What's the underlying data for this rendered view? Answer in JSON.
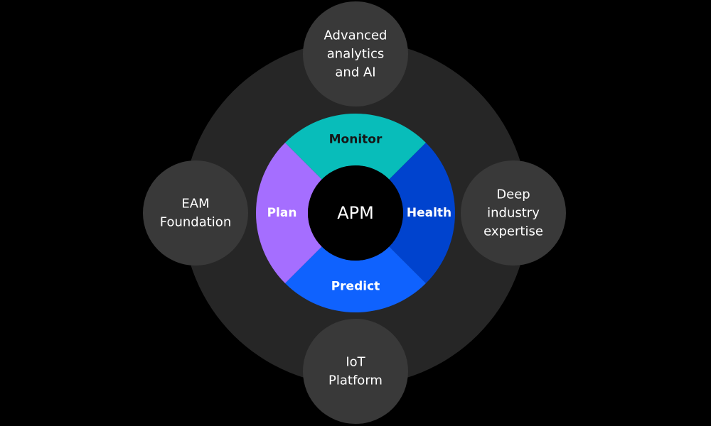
{
  "center": {
    "label": "APM"
  },
  "colors": {
    "background": "#000000",
    "outer_ring": "#262626",
    "satellite": "#393939",
    "core": "#000000",
    "monitor": "#08bdba",
    "health": "#0043ce",
    "predict": "#0f62fe",
    "plan": "#a56eff"
  },
  "segments": [
    {
      "id": "monitor",
      "label": "Monitor",
      "text_color": "#161616"
    },
    {
      "id": "health",
      "label": "Health",
      "text_color": "#ffffff"
    },
    {
      "id": "predict",
      "label": "Predict",
      "text_color": "#ffffff"
    },
    {
      "id": "plan",
      "label": "Plan",
      "text_color": "#ffffff"
    }
  ],
  "satellites": [
    {
      "id": "top",
      "lines": [
        "Advanced",
        "analytics",
        "and AI"
      ]
    },
    {
      "id": "right",
      "lines": [
        "Deep",
        "industry",
        "expertise"
      ]
    },
    {
      "id": "bottom",
      "lines": [
        "IoT",
        "Platform"
      ]
    },
    {
      "id": "left",
      "lines": [
        "EAM",
        "Foundation"
      ]
    }
  ]
}
